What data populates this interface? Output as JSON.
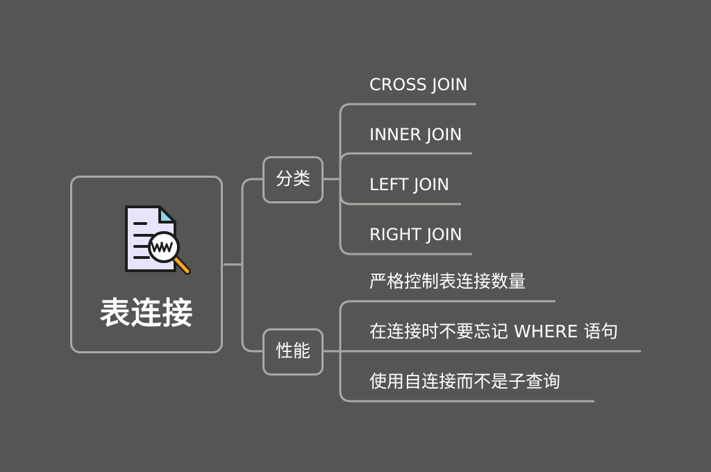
{
  "root": {
    "title": "表连接",
    "icon": "document-web-search-icon"
  },
  "branches": [
    {
      "label": "分类",
      "leaves": [
        "CROSS JOIN",
        "INNER JOIN",
        "LEFT JOIN",
        "RIGHT JOIN"
      ]
    },
    {
      "label": "性能",
      "leaves": [
        "严格控制表连接数量",
        "在连接时不要忘记 WHERE 语句",
        "使用自连接而不是子查询"
      ]
    }
  ],
  "colors": {
    "background": "#555654",
    "line": "#a8a9a6",
    "text": "#ffffff",
    "icon_page": "#e8e4fb",
    "icon_fold": "#8fd3ec",
    "icon_handle": "#f5a623"
  }
}
